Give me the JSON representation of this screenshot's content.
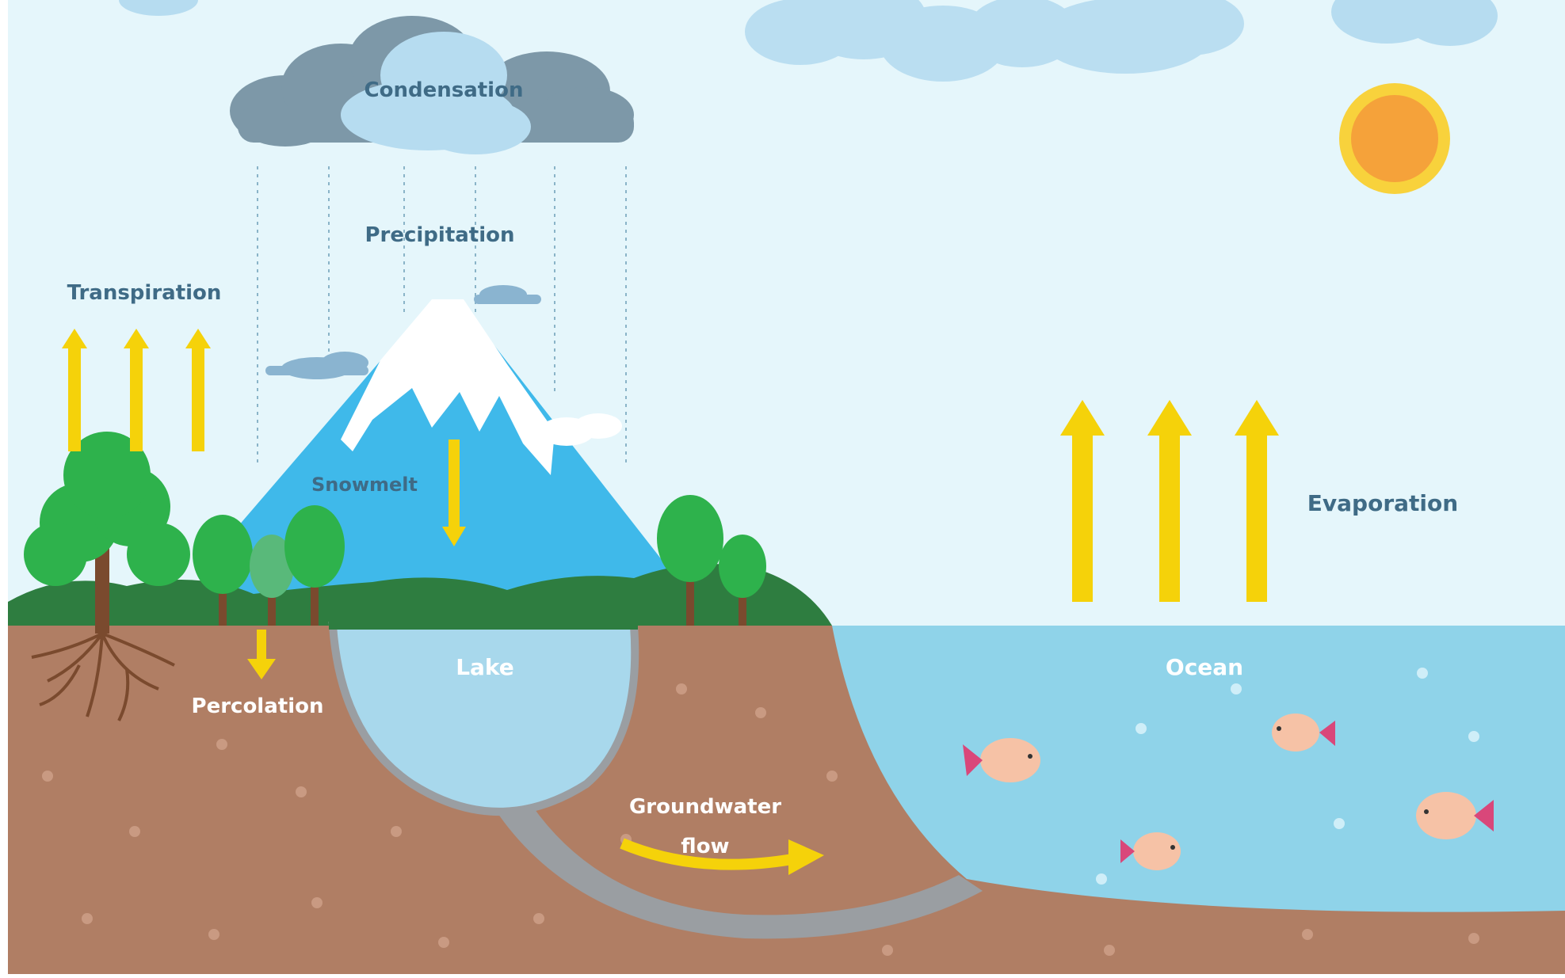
{
  "labels": {
    "condensation": "Condensation",
    "precipitation": "Precipitation",
    "transpiration": "Transpiration",
    "snowmelt": "Snowmelt",
    "evaporation": "Evaporation",
    "lake": "Lake",
    "ocean": "Ocean",
    "percolation": "Percolation",
    "groundwater_line1": "Groundwater",
    "groundwater_line2": "flow"
  },
  "colors": {
    "sky": "#e5f6fb",
    "cloud_dark": "#7d98a8",
    "cloud_light": "#b6dcf0",
    "mountain": "#3fb9ea",
    "snow": "#ffffff",
    "hills": "#2e7d40",
    "tree": "#2eb24c",
    "trunk": "#7a4a2e",
    "soil": "#b07e64",
    "lake": "#a8d8ec",
    "ocean": "#8fd3e9",
    "groundwater": "#9a9ea2",
    "arrow": "#f5d20a",
    "sun": "#f5a23a",
    "sun_rays": "#f8d23c",
    "fish": "#f6c2a6",
    "fish_fin": "#d9477a",
    "text_dark": "#3f6b86",
    "text_light": "#ffffff"
  },
  "icons": [
    "sun-icon",
    "cloud-icon",
    "tree-icon",
    "fish-icon",
    "arrow-up-icon",
    "arrow-down-icon",
    "arrow-right-icon"
  ]
}
